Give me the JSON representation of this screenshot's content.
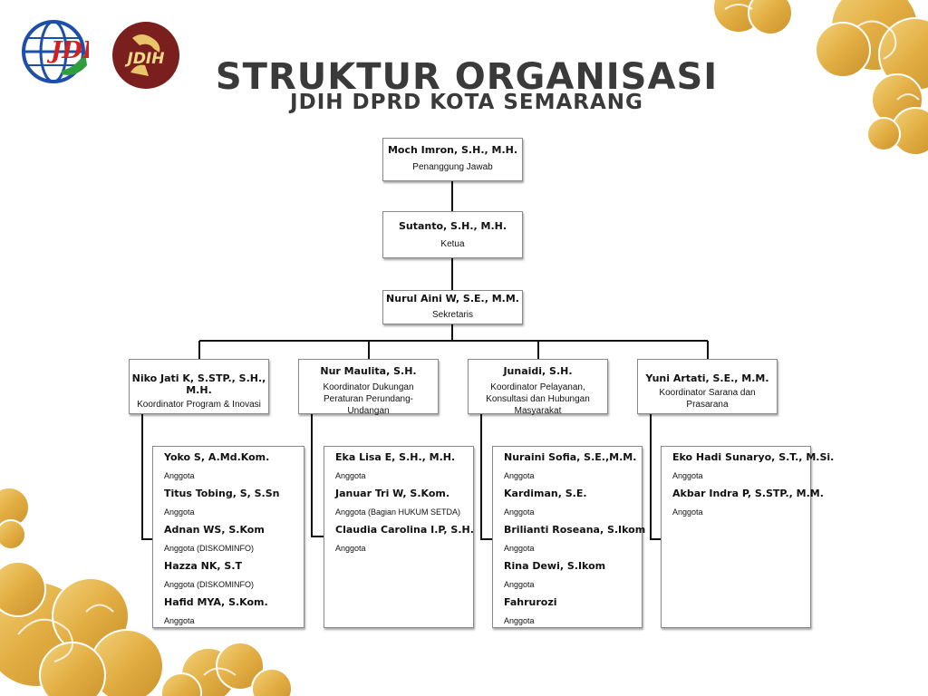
{
  "header": {
    "title": "STRUKTUR ORGANISASI",
    "subtitle": "JDIH DPRD KOTA SEMARANG",
    "logo_left_text": "JDIH",
    "logo_right_text": "JDIH"
  },
  "colors": {
    "gold": "#E8B94A",
    "dark_red": "#7A1E1E",
    "title": "#3A3A3A"
  },
  "top": [
    {
      "name": "Moch Imron, S.H., M.H.",
      "role": "Penanggung Jawab"
    },
    {
      "name": "Sutanto, S.H., M.H.",
      "role": "Ketua"
    },
    {
      "name": "Nurul Aini W, S.E., M.M.",
      "role": "Sekretaris"
    }
  ],
  "coordinators": [
    {
      "name": "Niko Jati K, S.STP., S.H., M.H.",
      "role": "Koordinator Program & Inovasi",
      "members": [
        {
          "name": "Yoko S, A.Md.Kom.",
          "role": "Anggota"
        },
        {
          "name": "Titus Tobing, S, S.Sn",
          "role": "Anggota"
        },
        {
          "name": "Adnan WS, S.Kom",
          "role": "Anggota (DISKOMINFO)"
        },
        {
          "name": "Hazza NK, S.T",
          "role": "Anggota (DISKOMINFO)"
        },
        {
          "name": "Hafid MYA, S.Kom.",
          "role": "Anggota"
        }
      ]
    },
    {
      "name": "Nur Maulita, S.H.",
      "role": "Koordinator Dukungan Peraturan Perundang-Undangan",
      "members": [
        {
          "name": "Eka Lisa E, S.H., M.H.",
          "role": "Anggota"
        },
        {
          "name": "Januar Tri W, S.Kom.",
          "role": "Anggota (Bagian HUKUM SETDA)"
        },
        {
          "name": "Claudia Carolina I.P, S.H.",
          "role": "Anggota"
        }
      ]
    },
    {
      "name": "Junaidi, S.H.",
      "role": "Koordinator Pelayanan, Konsultasi dan Hubungan Masyarakat",
      "members": [
        {
          "name": "Nuraini Sofia, S.E.,M.M.",
          "role": "Anggota"
        },
        {
          "name": "Kardiman, S.E.",
          "role": "Anggota"
        },
        {
          "name": "Brilianti Roseana, S.Ikom",
          "role": "Anggota"
        },
        {
          "name": "Rina Dewi, S.Ikom",
          "role": "Anggota"
        },
        {
          "name": "Fahrurozi",
          "role": "Anggota"
        }
      ]
    },
    {
      "name": "Yuni Artati, S.E., M.M.",
      "role": "Koordinator Sarana dan Prasarana",
      "members": [
        {
          "name": "Eko Hadi Sunaryo, S.T., M.Si.",
          "role": "Anggota"
        },
        {
          "name": "Akbar Indra P, S.STP., M.M.",
          "role": "Anggota"
        }
      ]
    }
  ]
}
